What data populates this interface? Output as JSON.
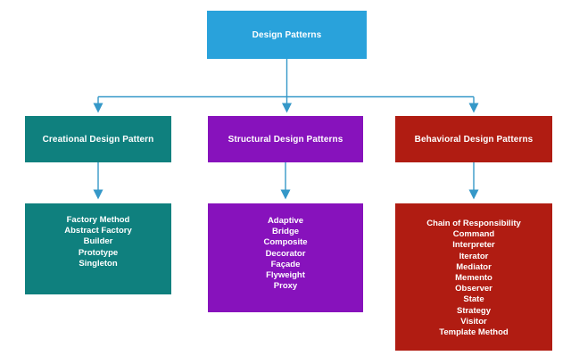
{
  "diagram_title": "Design Patterns",
  "colors": {
    "background": "#FFFFFF",
    "root": "#29A2DB",
    "creational": "#0F807E",
    "structural": "#8712BC",
    "behavioral": "#B01C12",
    "connector": "#3598C8",
    "text": "#FFFFFF"
  },
  "root": {
    "label": "Design Patterns"
  },
  "columns": [
    {
      "id": "creational",
      "label": "Creational Design Pattern",
      "color": "#0F807E",
      "items": [
        "Factory Method",
        "Abstract Factory",
        "Builder",
        "Prototype",
        "Singleton"
      ]
    },
    {
      "id": "structural",
      "label": "Structural Design Patterns",
      "color": "#8712BC",
      "items": [
        "Adaptive",
        "Bridge",
        "Composite",
        "Decorator",
        "Façade",
        "Flyweight",
        "Proxy"
      ]
    },
    {
      "id": "behavioral",
      "label": "Behavioral Design Patterns",
      "color": "#B01C12",
      "items": [
        "Chain of Responsibility",
        "Command",
        "Interpreter",
        "Iterator",
        "Mediator",
        "Memento",
        "Observer",
        "State",
        "Strategy",
        "Visitor",
        "Template Method"
      ]
    }
  ]
}
